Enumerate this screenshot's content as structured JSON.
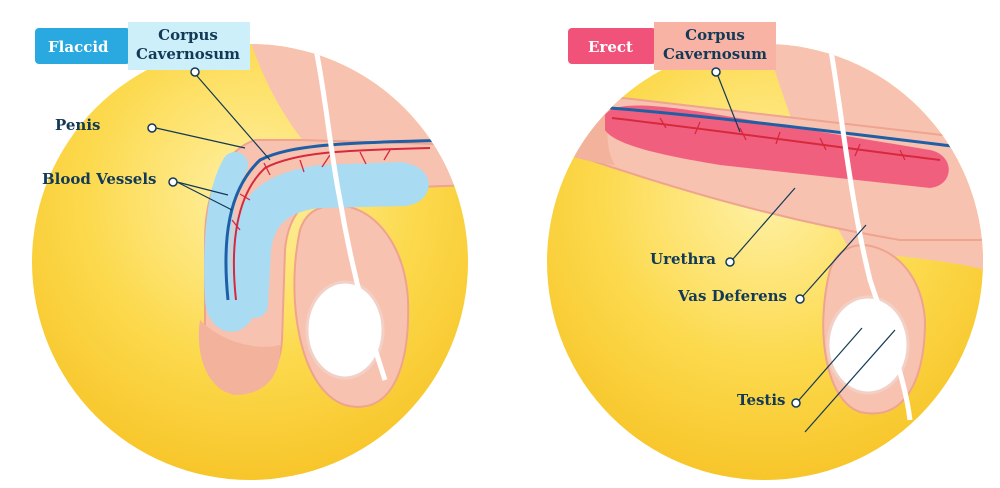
{
  "panels": [
    {
      "state": "Flaccid",
      "tag_color": "#2aa8e0",
      "title": "Corpus\nCavernosum",
      "title_bg": "#cdeffa",
      "labels": [
        "Penis",
        "Blood Vessels"
      ]
    },
    {
      "state": "Erect",
      "tag_color": "#f0527a",
      "title": "Corpus\nCavernosum",
      "title_bg": "#f9b3a4",
      "labels": [
        "Urethra",
        "Vas Deferens",
        "Testis"
      ]
    }
  ],
  "colors": {
    "background_circle": "#fbd23a",
    "skin": "#f8c2b0",
    "skin_dark": "#eea48f",
    "corpus_flaccid": "#a9dcf2",
    "corpus_erect": "#f0607e",
    "vein": "#1f5fa5",
    "artery": "#d8283c",
    "label_text": "#123a57"
  }
}
